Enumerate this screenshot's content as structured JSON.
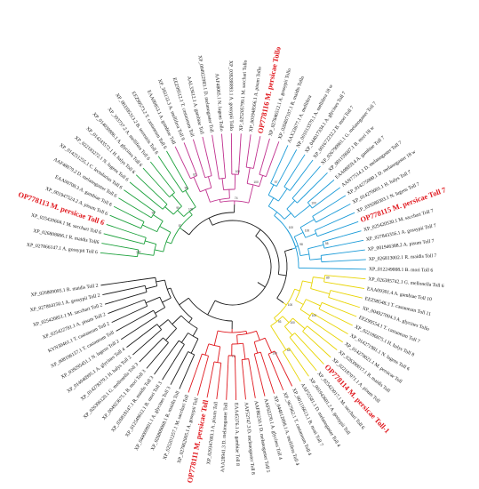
{
  "tree": {
    "colors": {
      "red": "#e0181e",
      "green": "#1aa03a",
      "magenta": "#c0308e",
      "blue": "#1b9bd8",
      "yellow": "#e8d400",
      "black": "#1a1a1a"
    },
    "leaves": [
      {
        "label": "XP_027866147.1 A. gossypii Toll 6",
        "clade": "green"
      },
      {
        "label": "XP_026808806.1 R. maidis Toll6",
        "clade": "green"
      },
      {
        "label": "XP_025420604.1 M. sacchari Toll 6",
        "clade": "green"
      },
      {
        "label": "OP778113 M. persicae Toll 6",
        "clade": "green",
        "highlight": true
      },
      {
        "label": "XP_001947524.2 A. pisum Toll 6",
        "clade": "green"
      },
      {
        "label": "EAA00708.3 A. gambiae Toll 6",
        "clade": "green"
      },
      {
        "label": "AAF48079.2 D. melanogaster Toll 6",
        "clade": "green"
      },
      {
        "label": "XP_014251255.1 C. lectularius Toll 6",
        "clade": "green"
      },
      {
        "label": "XP_022183272.1 N. lugens Toll 6",
        "clade": "green"
      },
      {
        "label": "XP_014243572.1 H. halys Toll 6",
        "clade": "green"
      },
      {
        "label": "XP_014030886.1 A. glycines Toll 6",
        "clade": "green"
      },
      {
        "label": "XP_393737.2 A. mellifera Toll 6",
        "clade": "green"
      },
      {
        "label": "XP_003395313.2 B. terrestris Toll 6",
        "clade": "green"
      },
      {
        "label": "EEZ99573.2 T. castaneum Toll 6",
        "clade": "green"
      },
      {
        "label": "EAA00853.1 A. gambiae Toll",
        "clade": "magenta"
      },
      {
        "label": "XP_393133.3 A. mellifera Toll 9",
        "clade": "magenta"
      },
      {
        "label": "EEZ99512.1 T. castaneum Toll",
        "clade": "magenta"
      },
      {
        "label": "AAL33612.1 A. gambiae Toll",
        "clade": "magenta"
      },
      {
        "label": "XP_004922983.1 D. melanogaster Toll",
        "clade": "magenta"
      },
      {
        "label": "AAF48065.1 N. lugens Tollo",
        "clade": "magenta"
      },
      {
        "label": "XP_039288893.1 A. gossypii Tollo",
        "clade": "magenta"
      },
      {
        "label": "XP_025205799.1 M. sacchari Tollo",
        "clade": "magenta"
      },
      {
        "label": "XP_001948566.1 A. pisum Tollo",
        "clade": "magenta"
      },
      {
        "label": "OP778116 M. persicae Tollo",
        "clade": "magenta",
        "highlight": true
      },
      {
        "label": "XP_027846512.1 A. gossypii Tollo",
        "clade": "magenta"
      },
      {
        "label": "XP_026807107.1 R. maidis Tollo",
        "clade": "magenta"
      },
      {
        "label": "AAX33677.1 A. mellifera",
        "clade": "blue"
      },
      {
        "label": "NP_001013379.1 A. mellifera 18 w",
        "clade": "blue"
      },
      {
        "label": "XP_044017334.1 A. glycines Toll 7",
        "clade": "blue"
      },
      {
        "label": "XP_001672232.2 B. mori Toll 7",
        "clade": "blue"
      },
      {
        "label": "XP_026790961.1 G. melanogaster Toll 7",
        "clade": "blue"
      },
      {
        "label": "XP_001159607.1 B. mori 18 w",
        "clade": "blue"
      },
      {
        "label": "EAA08059.4 A. gambiae Toll 7",
        "clade": "blue"
      },
      {
        "label": "AAN77514.1 D. melanogaster Toll 7",
        "clade": "blue"
      },
      {
        "label": "XP_014275000.1 D. melanogaster 18 w",
        "clade": "blue"
      },
      {
        "label": "XP_014270001.1 H. halys Toll 7",
        "clade": "blue"
      },
      {
        "label": "XP_039280303.1 N. lugens Toll 7",
        "clade": "blue"
      },
      {
        "label": "OP778115 M. persicae Toll 7",
        "clade": "blue",
        "highlight": true
      },
      {
        "label": "XP_025420530.1 M. sacchari Toll 7",
        "clade": "blue"
      },
      {
        "label": "XP_027843356.1 A. gossypii Toll 7",
        "clade": "blue"
      },
      {
        "label": "XP_001946388.2 A. pisum Toll 7",
        "clade": "blue"
      },
      {
        "label": "XP_026813002.1 R. maidis Toll 7",
        "clade": "blue"
      },
      {
        "label": "XP_012249008.1 B. mori Toll 6",
        "clade": "blue"
      },
      {
        "label": "XP_026385742.1 G. mellonella Toll 6",
        "clade": "yellow"
      },
      {
        "label": "EAA09301.4 A. gambiae Toll 10",
        "clade": "yellow"
      },
      {
        "label": "EEZ98548.3 T. castaneum Toll 11",
        "clade": "yellow"
      },
      {
        "label": "XP_004927004.3 A. glycines Tollo",
        "clade": "yellow"
      },
      {
        "label": "EEZ99554.1 T. castaneum Toll 7",
        "clade": "yellow"
      },
      {
        "label": "XP_022186875.1 H. halys Toll 8",
        "clade": "yellow"
      },
      {
        "label": "XP_014271981.1 N. lugens Toll 6",
        "clade": "yellow"
      },
      {
        "label": "XP_014270021.1 M. persicae Toll",
        "clade": "yellow"
      },
      {
        "label": "XP_026390017.1 R. maidis Toll",
        "clade": "yellow"
      },
      {
        "label": "XP_022187071.1 A. pisum Toll",
        "clade": "yellow"
      },
      {
        "label": "OP778114 M. persicae Toll-1",
        "clade": "yellow",
        "highlight": true
      },
      {
        "label": "XP_025423017.1 M. sacchari Toll 6",
        "clade": "yellow"
      },
      {
        "label": "XP_001943601.2 A. gossypii Toll",
        "clade": "yellow"
      },
      {
        "label": "AAF55581.1 D. melanogaster Toll 4",
        "clade": "yellow"
      },
      {
        "label": "XP_001116613.1 B. mori Toll 7",
        "clade": "red"
      },
      {
        "label": "XP_967962.1 T. castaneum Toll 4",
        "clade": "red"
      },
      {
        "label": "XP_044012098.1 A. mellifera Toll 4",
        "clade": "red"
      },
      {
        "label": "AAF62270.1 A. glycines Toll 4",
        "clade": "red"
      },
      {
        "label": "AAF86230.1 D. melanogaster Toll 5",
        "clade": "red"
      },
      {
        "label": "AAF52747.3 D. melanogaster Toll 8",
        "clade": "red"
      },
      {
        "label": "EAA45376.1 A. gambiae Toll 8",
        "clade": "red"
      },
      {
        "label": "AAA28941.3 D. melanogaster Toll",
        "clade": "red"
      },
      {
        "label": "XP_029347683.1 A. pisum Toll",
        "clade": "red"
      },
      {
        "label": "OP778111 M. persicae Toll",
        "clade": "red",
        "highlight": true
      },
      {
        "label": "XP_027862005.1 A. gossypii Toll",
        "clade": "red"
      },
      {
        "label": "XP_025201257.1 M. sacchari Toll",
        "clade": "red"
      },
      {
        "label": "XP_026809068.1 R. maidis Toll",
        "clade": "black"
      },
      {
        "label": "XP_044009991.1 A. glycines Toll 3",
        "clade": "black"
      },
      {
        "label": "XP_012549612.1 B. mori Toll 3",
        "clade": "black"
      },
      {
        "label": "XP_026818147.1 R. maidis Toll 3",
        "clade": "black"
      },
      {
        "label": "XP_004923675.1 B. mori Toll 3",
        "clade": "black"
      },
      {
        "label": "XP_026396120.1 G. mellonella Toll 3",
        "clade": "black"
      },
      {
        "label": "XP_014278379.1 H. halys Toll 2",
        "clade": "black"
      },
      {
        "label": "XP_014046995.1 A. glycines Toll 4",
        "clade": "black"
      },
      {
        "label": "XP_039295451.1 N. lugens Toll 2",
        "clade": "black"
      },
      {
        "label": "XP_008196157.1 T. castaneum Toll",
        "clade": "black"
      },
      {
        "label": "KYN30461.1 T. castaneum Toll 2",
        "clade": "black"
      },
      {
        "label": "XP_025422781.1 A. pisum Toll 2",
        "clade": "black"
      },
      {
        "label": "XP_025420851.1 M. sacchari Toll 2",
        "clade": "black"
      },
      {
        "label": "XP_027864150.1 A. gossypii Toll 2",
        "clade": "black"
      },
      {
        "label": "XP_026809095.1 R. maidis Toll 2",
        "clade": "black"
      }
    ],
    "bootstrap": [
      "100",
      "99",
      "98",
      "95",
      "100",
      "87",
      "62",
      "100",
      "100",
      "74",
      "97",
      "100",
      "55",
      "100",
      "98",
      "100",
      "89",
      "100",
      "64",
      "100",
      "93",
      "100",
      "100",
      "71"
    ]
  }
}
